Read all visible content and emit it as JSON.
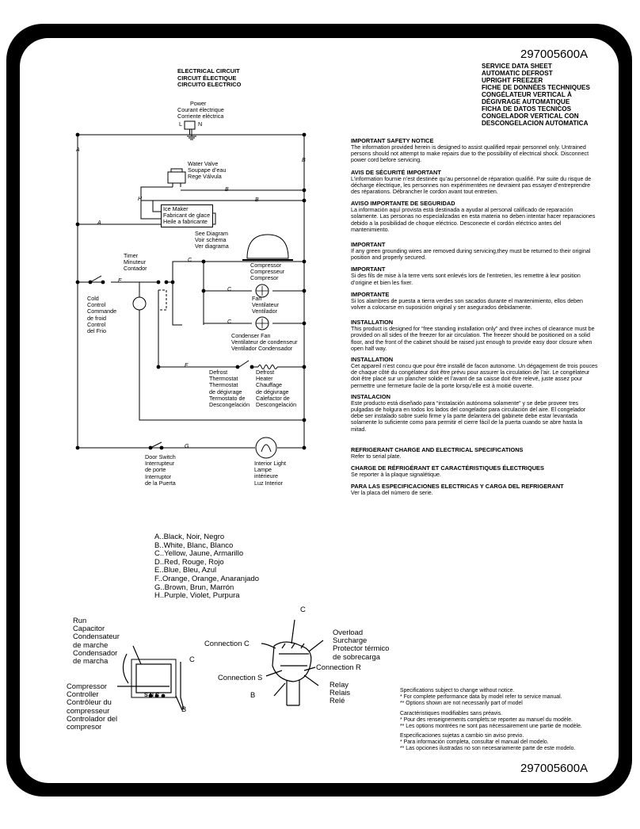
{
  "model_top": "297005600A",
  "model_bottom": "297005600A",
  "service_header": [
    "SERVICE DATA SHEET",
    "AUTOMATIC DEFROST",
    "UPRIGHT FREEZER",
    "FICHE DE DONNÉES TECHNIQUES",
    "CONGÉLATEUR VERTICAL À",
    "DÉGIVRAGE AUTOMATIQUE",
    "FICHA DE DATOS TECNICOS",
    "CONGELADOR VERTICAL CON",
    "DESCONGELACION AUTOMATICA"
  ],
  "circuit_title": [
    "ELECTRICAL CIRCUIT",
    "CIRCUIT ÉLECTIQUE",
    "CIRCUITO ELECTRICO"
  ],
  "diagram": {
    "power": [
      "Power",
      "Courant électrique",
      "Corriente eléctrica"
    ],
    "L": "L",
    "N": "N",
    "water_valve": [
      "Water Valve",
      "Soupape d’eau",
      "Rege Válvula"
    ],
    "ice_maker": [
      "Ice Maker",
      "Fabricant de glace",
      "Heile a fabricante"
    ],
    "see_diagram": [
      "See Diagram",
      "Voir schéma",
      "Ver diagrama"
    ],
    "compressor": [
      "Compressor",
      "Compresseur",
      "Compresor"
    ],
    "timer": [
      "Timer",
      "Minuteur",
      "Contador"
    ],
    "cold_control": [
      "Cold",
      "Control",
      "Commande",
      "de froid",
      "Control",
      "del Frio"
    ],
    "fan": [
      "Fan",
      "Ventilateur",
      "Ventilador"
    ],
    "condenser_fan": [
      "Condenser Fan",
      "Ventilateur de condenseur",
      "Ventilador Condensador"
    ],
    "defrost_thermostat": [
      "Defrost",
      "Thermostat",
      "Thermostat",
      "de dégivrage",
      "Termostato de",
      "Descongelación"
    ],
    "defrost_heater": [
      "Defrost",
      "Heater",
      "Chauffage",
      "de dégivrage",
      "Calefactor de",
      "Descongelación"
    ],
    "door_switch": [
      "Door Switch",
      "Interrupteur",
      "de porte",
      "Interruptor",
      "de la Puerta"
    ],
    "interior_light": [
      "Interior Light",
      "Lampe",
      "intérieure",
      "Luz Interior"
    ],
    "wire_labels": {
      "A": "A",
      "B": "B",
      "C": "C",
      "E": "E",
      "F": "F",
      "G": "G",
      "H": "H"
    }
  },
  "notices": [
    {
      "heading": "IMPORTANT SAFETY NOTICE",
      "body": "The information provided herein is designed to assist qualified repair personnel only. Untrained persons should not attempt to make repairs due to the possibility of electrical shock.  Disconnect power cord before servicing."
    },
    {
      "heading": "AVIS DE SÉCURITÉ IMPORTANT",
      "body": "L’information fournie n’est destinée qu’au personnel de réparation qualifié.  Par suite du risque de décharge électrique, les personnes non expérimentées ne devraient pas essayer d’entreprendre des réparations.  Débrancher le cordon avant tout entretien."
    },
    {
      "heading": "AVISO IMPORTANTE DE SEGURIDAD",
      "body": "La información aquí provista está destinada a ayudar al personal calificado de reparación solamente.  Las personas no especializadas en esta materia no deben intentar hacer reparaciones debido a la posibilidad de choque eléctrico.  Desconecte el cordón eléctrico antes del mantenimiento."
    },
    {
      "heading": "IMPORTANT",
      "body": "If any green grounding wires are removed during servicing,they must be returned to their original position and properly secured."
    },
    {
      "heading": "IMPORTANT",
      "body": "Si des fils de mise à la terre verts sont enlevés lors de l’entretien, les remettre à leur position d’origine et bien les fixer."
    },
    {
      "heading": "IMPORTANTE",
      "body": "Si los alambres de puesta a tierra verdes son sacados durante el mantenimiento, ellos deben volver a colocarse en suposición original y ser asegurados debidamente."
    },
    {
      "heading": "INSTALLATION",
      "body": "This product is designed for “free standing installation only” and three inches of clearance must be provided on all sides of the freezer for air circulation. The freezer should be positioned on a solid floor, and the front of the cabinet should be raised just enough to provide easy door closure when open half way."
    },
    {
      "heading": "INSTALLATION",
      "body": "Cet appareil n’est concu que pour être installé de facon autonome.  Un dégagement de trois pouces de chaque côté du congélateur doit être prévu pour assurer la circulation de l’air. Le congélateur doit être placé sur un plancher solide et l’avant de sa caisse doit être relevé, juste assez pour permettre une fermeture facile de la porte lorsqu’elle est à moitié ouverte."
    },
    {
      "heading": "INSTALACION",
      "body": "Este producto está diseñado para “instalación autónoma solamente” y se debe proveer tres pulgadas de holgura en todos los lados del congelador para circulación del aire. El congelador debe ser instalado sobre suelo firme y la parte delantera del gabinete debe estar levantada solamente lo suficiente como para permitir el cierre fácil de la puerta cuando se abre hasta la mitad."
    },
    {
      "heading": "REFRIGERANT CHARGE AND ELECTRICAL SPECIFICATIONS",
      "body": "Refer to serial plate."
    },
    {
      "heading": "CHARGE DE RÉFRIGÉRANT ET CARACTÉRISTIQUES ÉLECTRIQUES",
      "body": "Se reporter à la plaque signalétique."
    },
    {
      "heading": "PARA LAS ESPECIFICACIONES ELECTRICAS Y CARGA DEL REFRIGERANT",
      "body": "Ver la placa del número de serie."
    }
  ],
  "color_legend": [
    "A..Black, Noir, Negro",
    "B..White, Blanc, Blanco",
    "C..Yellow, Jaune, Armarillo",
    "D..Red, Rouge, Rojo",
    "E..Blue, Bleu, Azul",
    "F..Orange, Orange, Anaranjado",
    "G..Brown, Brun, Marrón",
    "H..Purple, Violet, Purpura"
  ],
  "detail": {
    "run_capacitor": [
      "Run",
      "Capacitor",
      "Condensateur",
      "de marche",
      "Condensador",
      "de marcha"
    ],
    "compressor_controller": [
      "Compressor",
      "Controller",
      "Contrôleur du",
      "compresseur",
      "Controlador del",
      "compresor"
    ],
    "connection_c": "Connection C",
    "connection_s": "Connection S",
    "connection_r": "Connection R",
    "overload": [
      "Overload",
      "Surcharge",
      "Protector térmico",
      "de sobrecarga"
    ],
    "relay": [
      "Relay",
      "Relais",
      "Relé"
    ],
    "c1": "C",
    "c2": "C",
    "b1": "B",
    "b2": "B",
    "controller_marks": "S N C"
  },
  "specs_notes": [
    "Specifications subject to change without notice.",
    "*   For complete performance data by model refer to service manual.",
    "** Options shown are not necessarily part of model",
    "",
    "Caractéristiques modifiables sans préavis.",
    "*   Pour des renseignements complets:se reporter au manuel du modèle.",
    "**  Les options montrées ne sont pas nécessairement une partie de modèle.",
    "",
    "Especificaciones sujetas a cambio sin aviso previo.",
    "*   Para información completa, consultar el manual del modelo.",
    "** Las opciones ilustradas no son necesariamente parte de este modelo."
  ]
}
